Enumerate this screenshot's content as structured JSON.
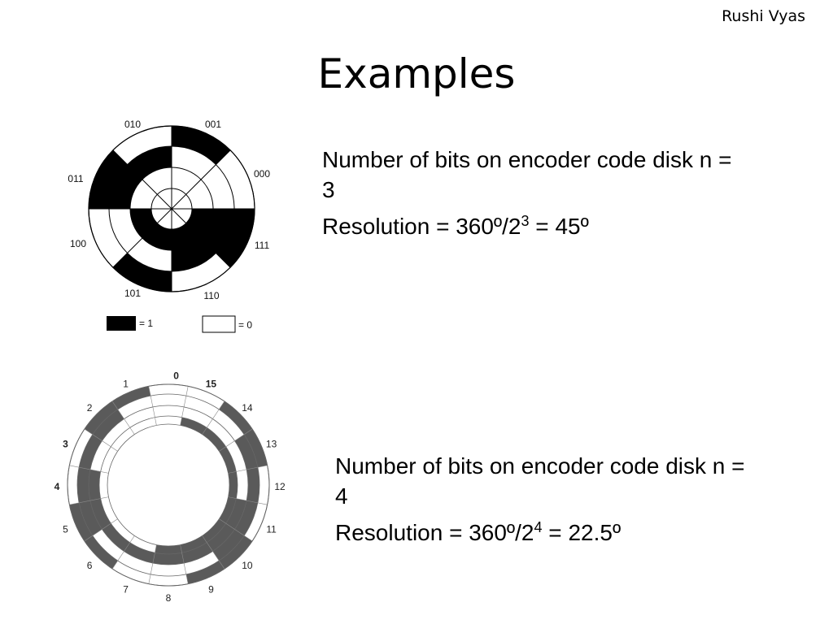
{
  "header": {
    "author": "Rushi Vyas",
    "title": "Examples"
  },
  "example1": {
    "line1": "Number of bits on encoder code disk n = 3",
    "res_prefix": "Resolution = 360º/2",
    "res_exp": "3",
    "res_suffix": " = 45º",
    "sector_labels": [
      "000",
      "001",
      "010",
      "011",
      "100",
      "101",
      "110",
      "111"
    ],
    "legend": {
      "one": "= 1",
      "zero": "= 0"
    },
    "colors": {
      "filled": "#000000",
      "empty": "#ffffff"
    }
  },
  "example2": {
    "line1": "Number of bits on encoder code disk n = 4",
    "res_prefix": "Resolution = 360º/2",
    "res_exp": "4",
    "res_suffix": " = 22.5º",
    "sector_labels": [
      "0",
      "1",
      "2",
      "3",
      "4",
      "5",
      "6",
      "7",
      "8",
      "9",
      "10",
      "11",
      "12",
      "13",
      "14",
      "15"
    ],
    "colors": {
      "filled": "#5a5a5a",
      "empty": "#ffffff"
    }
  }
}
